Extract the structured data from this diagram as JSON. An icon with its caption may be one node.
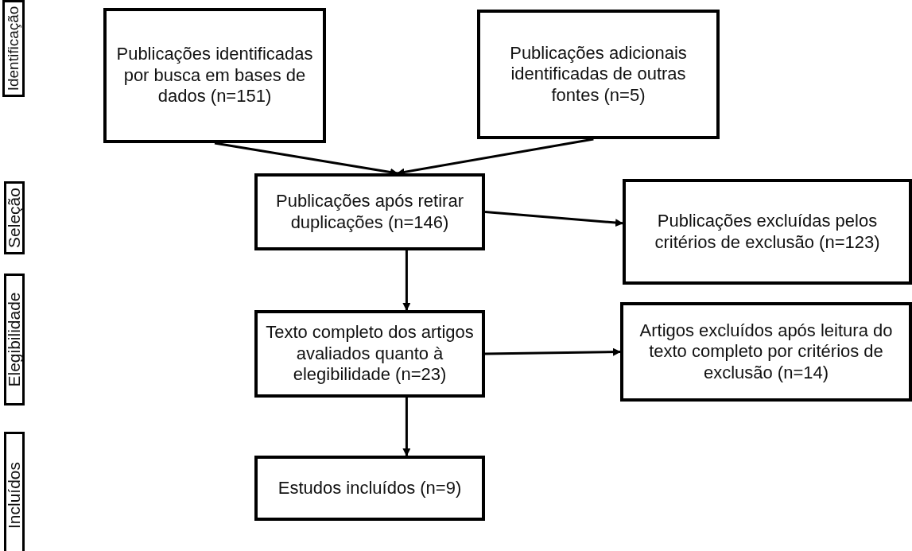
{
  "diagram": {
    "nodes": [
      {
        "text": [
          "Identificação"
        ]
      },
      {
        "text": [
          "Seleção"
        ]
      },
      {
        "text": [
          "Elegibilidade"
        ]
      },
      {
        "text": [
          "Incluídos"
        ]
      },
      {
        "text": [
          "Publicações identificadas por busca em bases de dados (n=151)"
        ]
      },
      {
        "text": [
          "Publicações adicionais identificadas de outras fontes (n=5)"
        ]
      },
      {
        "text": [
          "Publicações após retirar duplicações (n=146)"
        ]
      },
      {
        "text": [
          "Publicações excluídas pelos critérios de exclusão (n=123)"
        ]
      },
      {
        "text": [
          "Texto completo dos artigos avaliados quanto à elegibilidade (n=23)"
        ]
      },
      {
        "text": [
          "Artigos excluídos após leitura do texto completo por critérios de exclusão (n=14)"
        ]
      },
      {
        "text": [
          "Estudos incluídos (n=9)"
        ]
      }
    ],
    "edges": [
      {
        "from": 4,
        "to": 6,
        "arrow": "to"
      },
      {
        "from": 5,
        "to": 6,
        "arrow": "to"
      },
      {
        "from": 6,
        "to": 7,
        "arrow": "to"
      },
      {
        "from": 6,
        "to": 8,
        "arrow": "to"
      },
      {
        "from": 8,
        "to": 9,
        "arrow": "to"
      },
      {
        "from": 8,
        "to": 10,
        "arrow": "to"
      }
    ]
  }
}
